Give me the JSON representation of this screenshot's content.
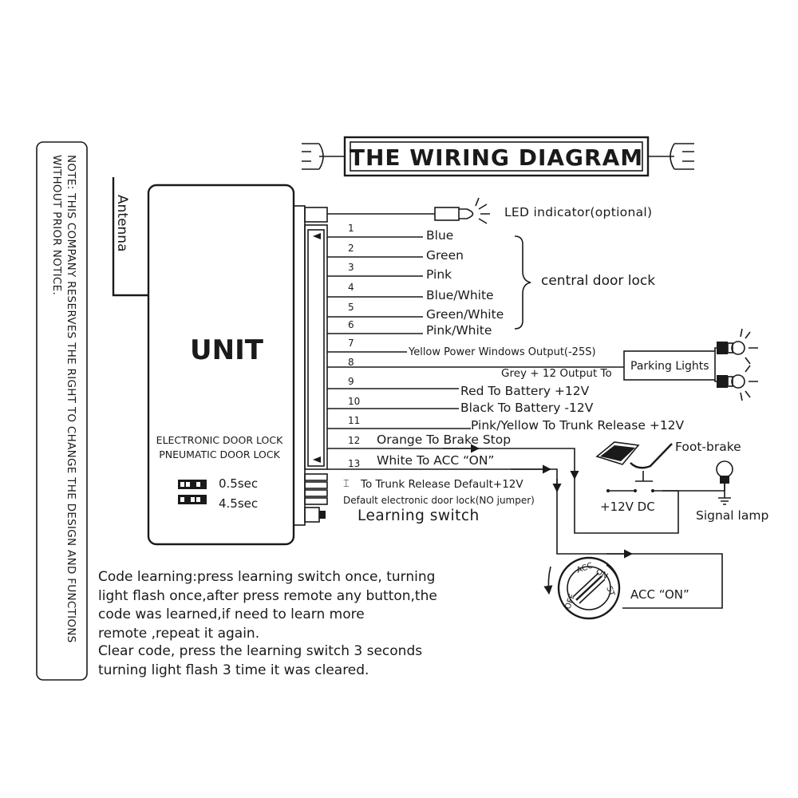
{
  "title": "THE WIRING DIAGRAM",
  "note": "NOTE: THIS COMPANY RESERVES THE RIGHT TO CHANGE THE DESIGN AND FUNCTIONS",
  "note_line2": "WITHOUT PRIOR NOTICE.",
  "antenna": "Antenna",
  "unit": {
    "label": "UNIT",
    "sub1": "ELECTRONIC DOOR LOCK",
    "sub2": "PNEUMATIC DOOR LOCK",
    "jumper1": "0.5sec",
    "jumper2": "4.5sec"
  },
  "led": "LED indicator(optional)",
  "wires": [
    {
      "num": "1",
      "label": "Blue"
    },
    {
      "num": "2",
      "label": "Green"
    },
    {
      "num": "3",
      "label": "Pink"
    },
    {
      "num": "4",
      "label": "Blue/White"
    },
    {
      "num": "5",
      "label": "Green/White"
    },
    {
      "num": "6",
      "label": "Pink/White"
    },
    {
      "num": "7",
      "label": "Yellow Power Windows Output(-25S)"
    },
    {
      "num": "8",
      "label": "Grey + 12 Output To"
    },
    {
      "num": "9",
      "label": "Red  To Battery +12V"
    },
    {
      "num": "10",
      "label": "Black To Battery -12V"
    },
    {
      "num": "11",
      "label": "Pink/Yellow To Trunk Release +12V"
    },
    {
      "num": "12",
      "label": "Orange To Brake Stop"
    },
    {
      "num": "13",
      "label": "White To ACC “ON”"
    }
  ],
  "central_door_lock": "central door lock",
  "parking_lights": "Parking Lights",
  "foot_brake": "Foot-brake",
  "dc": "+12V DC",
  "signal_lamp": "Signal lamp",
  "trunk_default": "To Trunk Release Default+12V",
  "door_default": "Default electronic door lock(NO jumper)",
  "learning_switch": "Learning switch",
  "acc_on": "ACC “ON”",
  "ignition": {
    "off": "OFF",
    "acc": "ACC",
    "on": "ON",
    "st": "ST"
  },
  "instructions": [
    "Code learning:press learning switch once, turning",
    "light flash once,after press remote any button,the",
    "code was learned,if need to learn more",
    "remote ,repeat it again.",
    "Clear code, press the learning switch 3 seconds",
    "turning light flash 3 time it was cleared."
  ]
}
